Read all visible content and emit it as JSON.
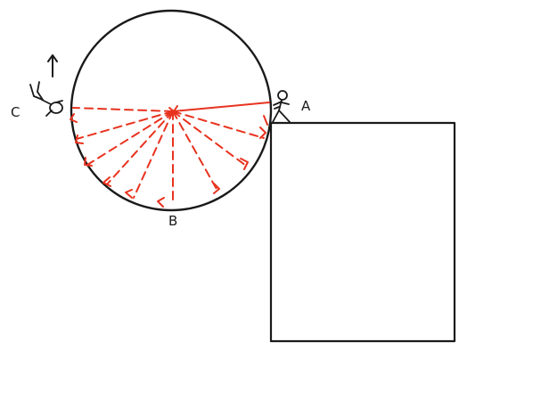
{
  "labels": {
    "a": "A",
    "b": "B",
    "c": "C"
  },
  "colors": {
    "ink": "#1a1a1a",
    "accent": "#e8321e"
  },
  "icons": {
    "person_at_a": "stick-figure-standing",
    "person_at_c": "stick-figure-upside-down",
    "motion_arrow": "up-arrow"
  }
}
